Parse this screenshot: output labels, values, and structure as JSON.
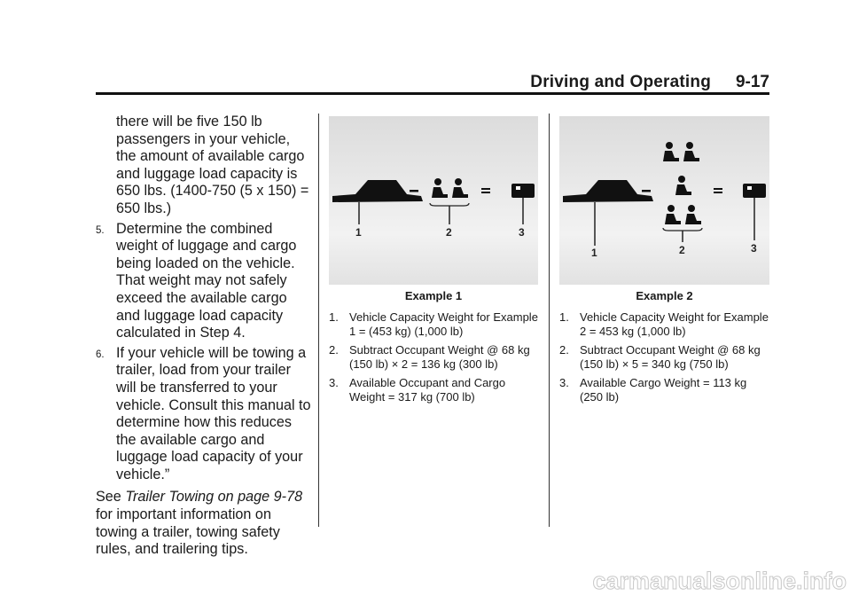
{
  "header": {
    "section": "Driving and Operating",
    "page": "9-17"
  },
  "left_column": {
    "intro": "there will be five 150 lb passengers in your vehicle, the amount of available cargo and luggage load capacity is 650 lbs. (1400-750 (5 x 150) = 650 lbs.)",
    "steps": [
      {
        "num": "5.",
        "text": "Determine the combined weight of luggage and cargo being loaded on the vehicle. That weight may not safely exceed the available cargo and luggage load capacity calculated in Step 4."
      },
      {
        "num": "6.",
        "text": "If your vehicle will be towing a trailer, load from your trailer will be transferred to your vehicle. Consult this manual to determine how this reduces the available cargo and luggage load capacity of your vehicle.”"
      }
    ],
    "see_prefix": "See ",
    "see_link": "Trailer Towing on page 9-78",
    "see_suffix": " for important information on towing a trailer, towing safety rules, and trailering tips."
  },
  "example1": {
    "caption": "Example 1",
    "figure_labels": [
      "1",
      "2",
      "3"
    ],
    "items": [
      {
        "num": "1.",
        "text": "Vehicle Capacity Weight for Example 1 = (453 kg) (1,000 lb)"
      },
      {
        "num": "2.",
        "text": "Subtract Occupant Weight @ 68 kg (150 lb) × 2 = 136 kg (300 lb)"
      },
      {
        "num": "3.",
        "text": "Available Occupant and Cargo Weight = 317 kg (700 lb)"
      }
    ]
  },
  "example2": {
    "caption": "Example 2",
    "figure_labels": [
      "1",
      "2",
      "3"
    ],
    "items": [
      {
        "num": "1.",
        "text": "Vehicle Capacity Weight for Example 2 = 453 kg (1,000 lb)"
      },
      {
        "num": "2.",
        "text": "Subtract Occupant Weight @ 68 kg (150 lb) × 5 = 340 kg (750 lb)"
      },
      {
        "num": "3.",
        "text": "Available Cargo Weight = 113 kg (250 lb)"
      }
    ]
  },
  "footer_watermark": "carmanualsonline.info"
}
